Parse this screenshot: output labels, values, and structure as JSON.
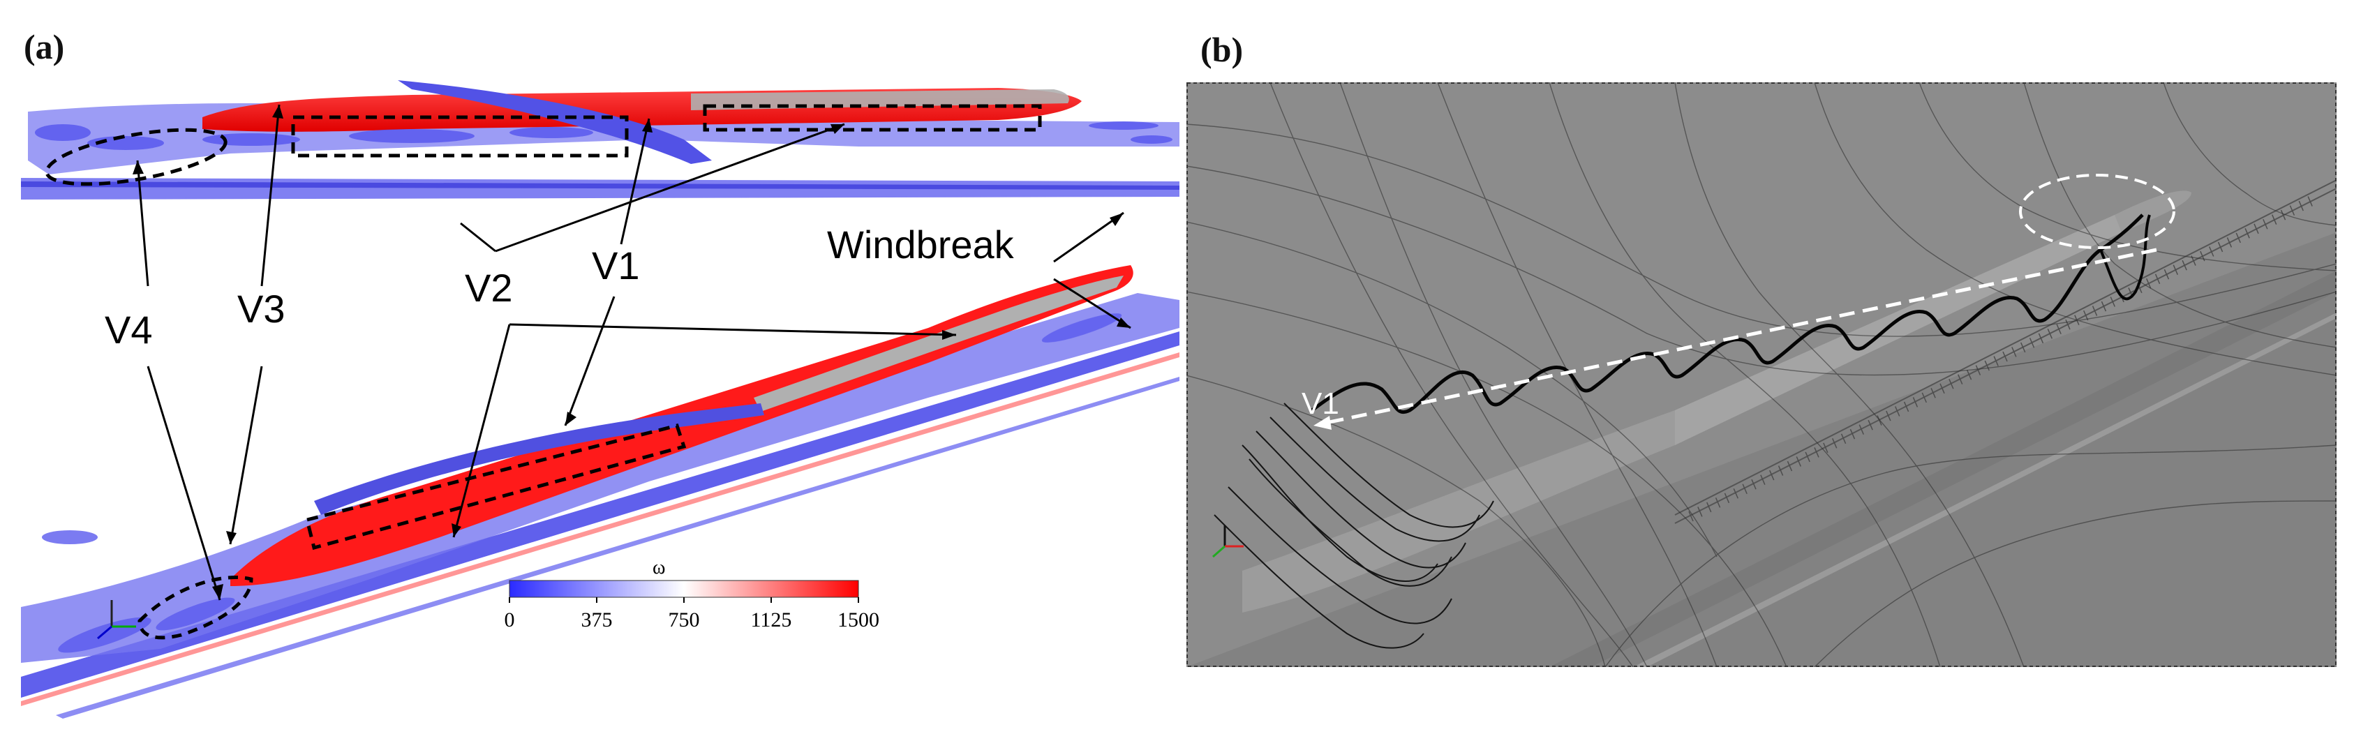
{
  "figure": {
    "panel_a": {
      "letter": "(a)",
      "labels": [
        "V4",
        "V3",
        "V2",
        "V1",
        "Windbreak"
      ],
      "colorbar": {
        "symbol": "ω",
        "ticks": [
          "0",
          "375",
          "750",
          "1125",
          "1500"
        ],
        "colors": [
          "#2b2bff",
          "#ffffff",
          "#ff0000"
        ]
      },
      "colors": {
        "vortex_low": "#6a6af0",
        "vortex_high": "#ff1010",
        "train": "#a8a8a8"
      }
    },
    "panel_b": {
      "letter": "(b)",
      "label": "V1",
      "colors": {
        "background": "#8c8c8c",
        "streamline": "#1a1a1a",
        "marker": "#ffffff"
      }
    }
  }
}
